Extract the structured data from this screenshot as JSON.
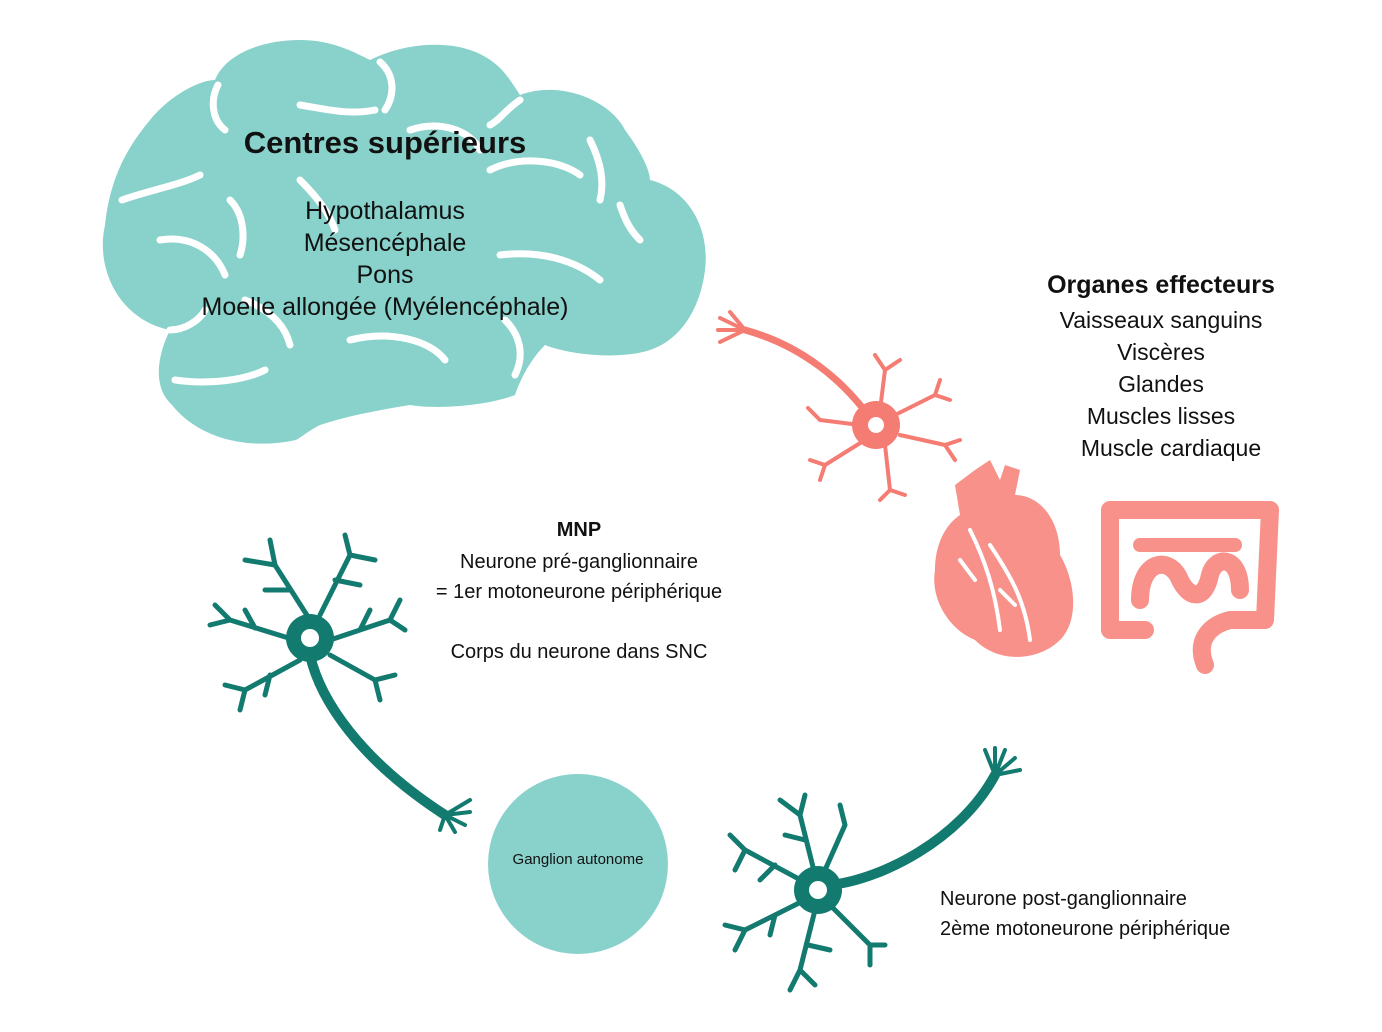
{
  "brain": {
    "title": "Centres supérieurs",
    "lines": [
      "Hypothalamus",
      "Mésencéphale",
      "Pons",
      "Moelle allongée (Myélencéphale)"
    ]
  },
  "effectors": {
    "title": "Organes effecteurs",
    "lines": [
      "Vaisseaux sanguins",
      "Viscères",
      "Glandes",
      "Muscles lisses",
      "Muscle cardiaque"
    ]
  },
  "pre_neuron": {
    "title": "MNP",
    "line1": "Neurone pré-ganglionnaire",
    "line2": "= 1er motoneurone périphérique",
    "line3": "Corps du neurone dans SNC"
  },
  "ganglion": {
    "label": "Ganglion autonome"
  },
  "post_neuron": {
    "line1": "Neurone post-ganglionnaire",
    "line2": "2ème motoneurone périphérique"
  },
  "colors": {
    "brain": "#88d2cb",
    "neuron_teal": "#137a70",
    "neuron_red": "#f47c72",
    "organ_pink": "#f7918a",
    "ganglion": "#88d2cb"
  },
  "icons": [
    "brain-icon",
    "preganglionic-neuron-icon",
    "ganglion-circle",
    "postganglionic-neuron-icon",
    "sensory-neuron-icon",
    "heart-icon",
    "intestine-icon"
  ]
}
